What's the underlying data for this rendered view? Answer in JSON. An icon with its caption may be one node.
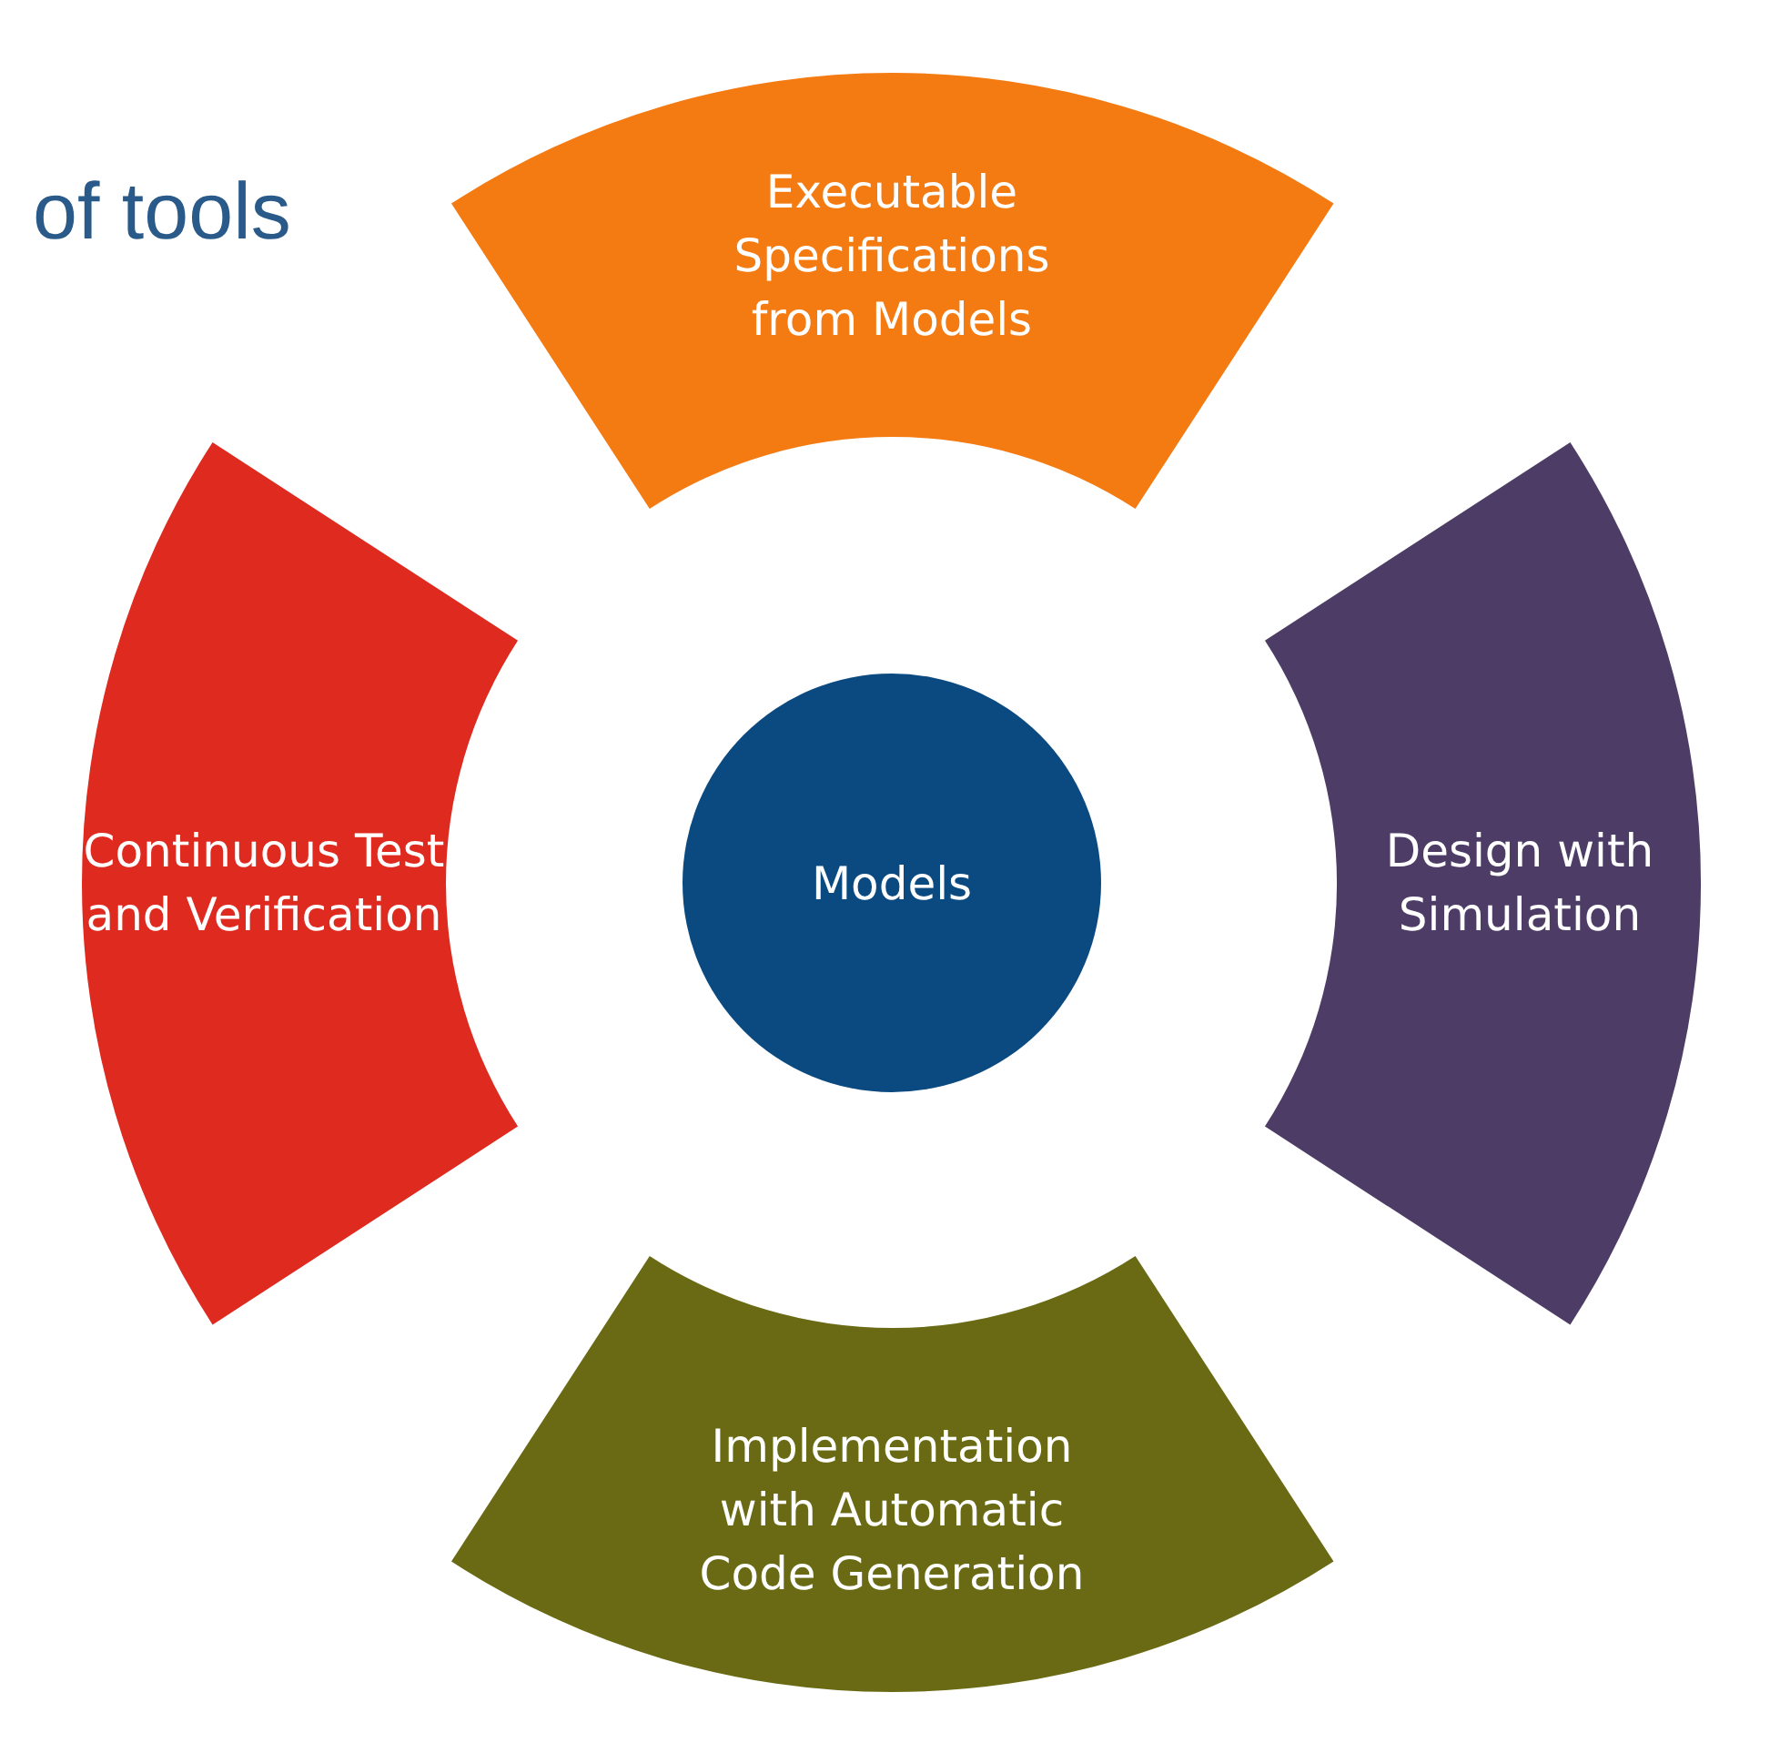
{
  "diagram": {
    "nodes": [
      {
        "text": [
          "Executable Specifications from Models"
        ]
      },
      {
        "text": [
          "Continuous Test and Verification"
        ]
      },
      {
        "text": [
          "Models"
        ]
      },
      {
        "text": [
          "Design with Simulation"
        ]
      },
      {
        "text": [
          "Implementation with Automatic Code Generation"
        ]
      }
    ],
    "labels": [
      "of tools"
    ]
  }
}
